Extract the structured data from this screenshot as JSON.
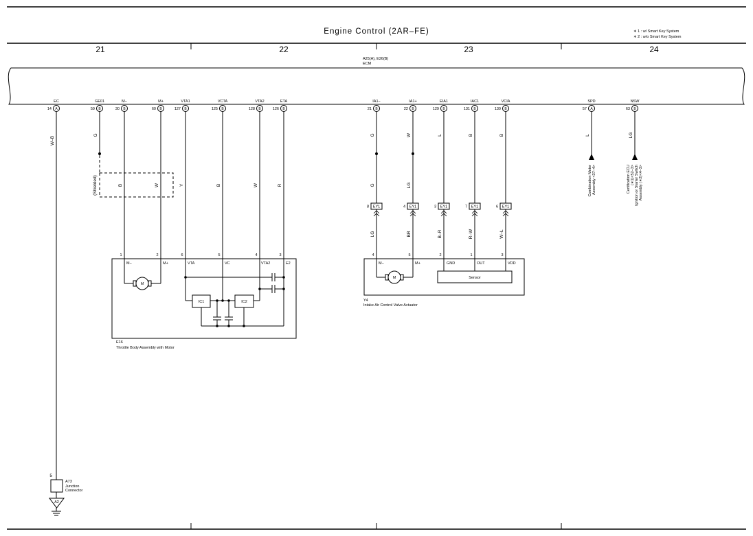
{
  "title": "Engine Control (2AR–FE)",
  "notes": [
    "∗ 1 : w/ Smart Key System",
    "∗ 2 : w/o Smart Key System"
  ],
  "columns": [
    "21",
    "22",
    "23",
    "24"
  ],
  "ecm": {
    "ref": "A25(A), E26(B)",
    "name": "ECM"
  },
  "pins": [
    {
      "id": "ec",
      "name": "EC",
      "num": "14",
      "conn": "A"
    },
    {
      "id": "ge01",
      "name": "GE01",
      "num": "59",
      "conn": "B"
    },
    {
      "id": "m-minus",
      "name": "M−",
      "num": "30",
      "conn": "B"
    },
    {
      "id": "m-plus",
      "name": "M+",
      "num": "60",
      "conn": "B"
    },
    {
      "id": "vta1",
      "name": "VTA1",
      "num": "127",
      "conn": "B"
    },
    {
      "id": "vcta",
      "name": "VCTA",
      "num": "125",
      "conn": "B"
    },
    {
      "id": "vta2",
      "name": "VTA2",
      "num": "128",
      "conn": "B"
    },
    {
      "id": "eta",
      "name": "ETA",
      "num": "126",
      "conn": "B"
    },
    {
      "id": "ia1-minus",
      "name": "IA1−",
      "num": "21",
      "conn": "B"
    },
    {
      "id": "ia1-plus",
      "name": "IA1+",
      "num": "22",
      "conn": "B"
    },
    {
      "id": "eia1",
      "name": "EIA1",
      "num": "129",
      "conn": "B"
    },
    {
      "id": "iac1",
      "name": "IAC1",
      "num": "131",
      "conn": "B"
    },
    {
      "id": "vcia",
      "name": "VCIA",
      "num": "130",
      "conn": "B"
    },
    {
      "id": "spd",
      "name": "SPD",
      "num": "57",
      "conn": "A"
    },
    {
      "id": "nsw",
      "name": "NSW",
      "num": "63",
      "conn": "B"
    }
  ],
  "wire_colors": {
    "ec": "W–B",
    "ge01": "G",
    "ia1-minus-top": "G",
    "ia1-plus-top": "W",
    "eia1-top": "L",
    "iac1-top": "B",
    "vcia-top": "B",
    "spd": "L",
    "nsw": "LG",
    "m-minus-mid": "B",
    "m-plus-mid": "W",
    "vta1-mid": "Y",
    "vcta-mid": "B",
    "vta2-mid": "W",
    "eta-mid": "R",
    "ia1-minus-mid": "G",
    "ia1-plus-mid": "LG",
    "ia1-minus-low": "LG",
    "ia1-plus-low": "BR",
    "eia1-low": "B–R",
    "iac1-low": "R–W",
    "vcia-low": "W–L"
  },
  "shielded": "(Shielded)",
  "ey1_connectors": [
    {
      "id": "ia1-minus",
      "num": "8",
      "label": "EY1"
    },
    {
      "id": "ia1-plus",
      "num": "4",
      "label": "EY1"
    },
    {
      "id": "eia1",
      "num": "3",
      "label": "EY1"
    },
    {
      "id": "iac1",
      "num": "7",
      "label": "EY1"
    },
    {
      "id": "vcia",
      "num": "6",
      "label": "EY1"
    }
  ],
  "throttle": {
    "ref": "E16",
    "name": "Throttle Body Assembly with Motor",
    "pins": [
      {
        "num": "1",
        "label": "M−"
      },
      {
        "num": "2",
        "label": "M+"
      },
      {
        "num": "6",
        "label": "VTA"
      },
      {
        "num": "5",
        "label": "VC"
      },
      {
        "num": "4",
        "label": "VTA2"
      },
      {
        "num": "3",
        "label": "E2"
      }
    ],
    "motor": "M",
    "ic1": "IC1",
    "ic2": "IC2"
  },
  "actuator": {
    "ref": "Y4",
    "name": "Intake Air Control Valve Actuator",
    "pins": [
      {
        "num": "4",
        "label": "M−"
      },
      {
        "num": "5",
        "label": "M+"
      },
      {
        "num": "2",
        "label": "GND"
      },
      {
        "num": "1",
        "label": "OUT"
      },
      {
        "num": "3",
        "label": "VDD"
      }
    ],
    "motor": "M",
    "sensor": "Sensor"
  },
  "destinations": {
    "spd": [
      "Combination Meter",
      "Assembly <37–4>"
    ],
    "nsw": [
      "Certification ECU",
      "(∗1)<52–3>",
      "Ignition or Starter Switch",
      "Assembly (∗2)<4–3>"
    ]
  },
  "junction": {
    "pin": "5",
    "ref": "A73",
    "line1": "Junction",
    "line2": "Connector",
    "ground": "A2"
  }
}
